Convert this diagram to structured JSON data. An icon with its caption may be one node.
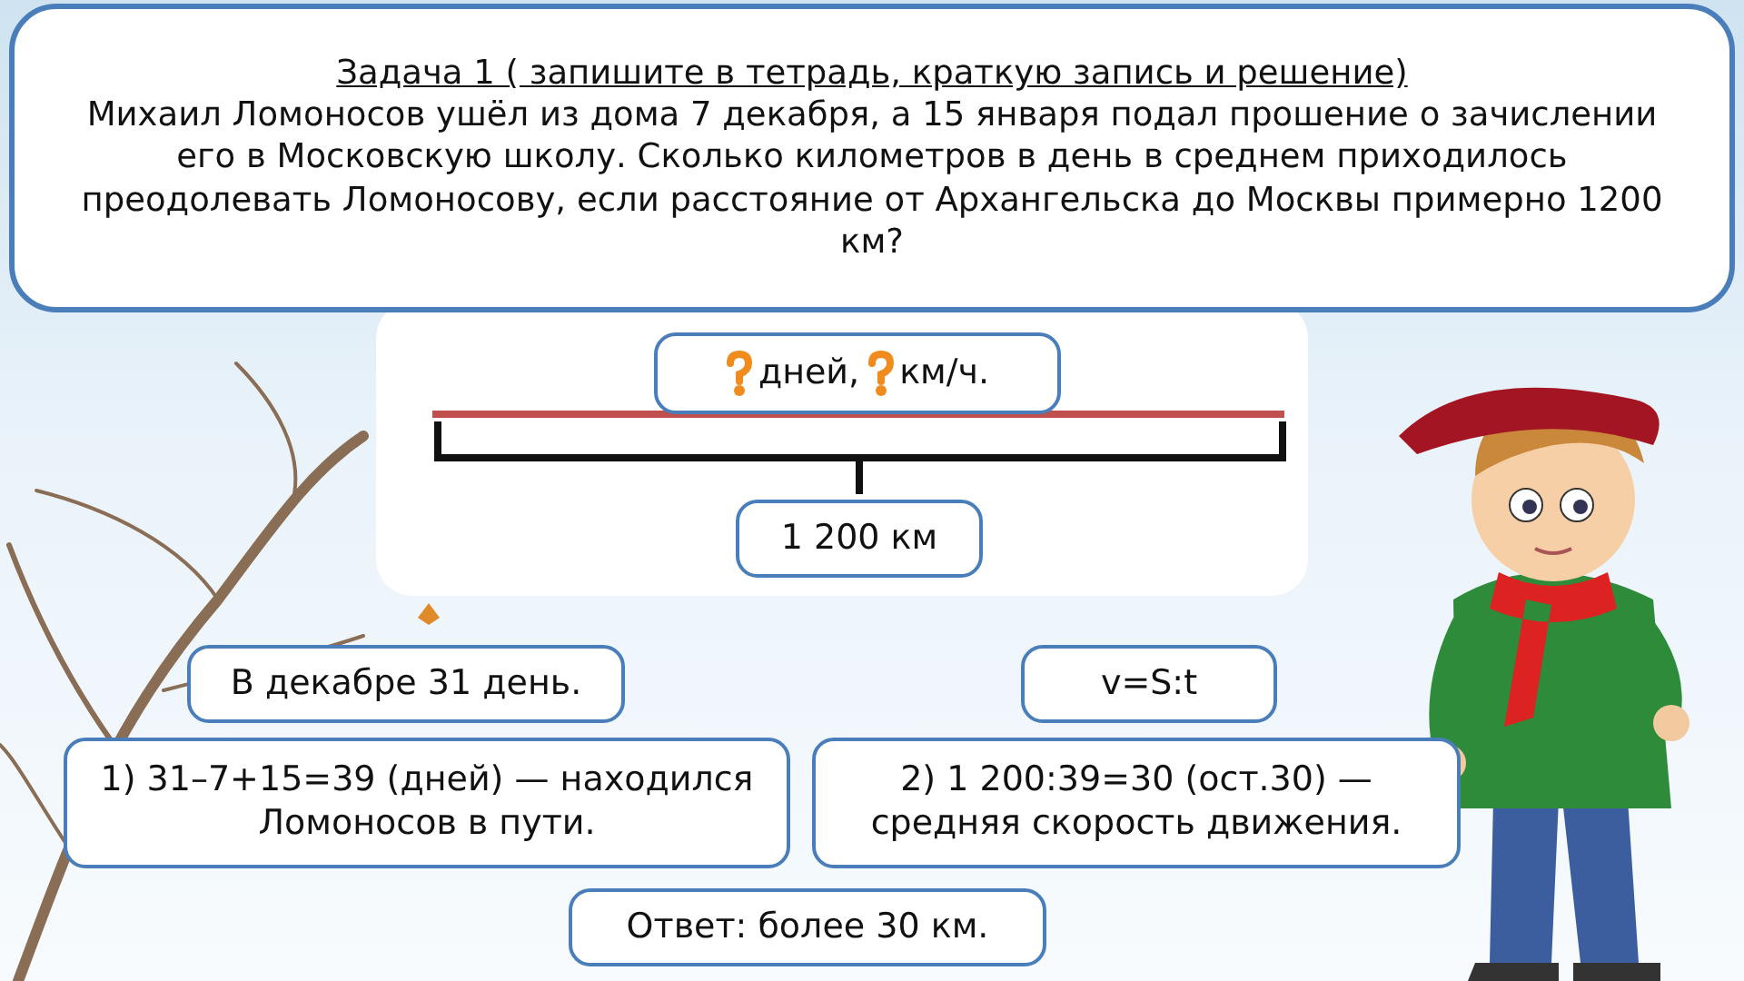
{
  "diagram": {
    "nodes": [
      {
        "text": [
          "Задача 1 ( запишите в тетрадь, краткую запись и решение)",
          "Михаил Ломоносов ушёл из дома 7 декабря, а 15 января подал прошение о зачислении его в Московскую школу. Сколько  километров в день в среднем приходилось преодолевать Ломоносову, если расстояние от Архангельска до Москвы примерно 1200 км?"
        ]
      },
      {
        "text": [
          "дней,",
          "км/ч."
        ]
      },
      {
        "text": [
          "1 200 км"
        ]
      },
      {
        "text": [
          "В декабре 31 день."
        ]
      },
      {
        "text": [
          "v=S:t"
        ]
      },
      {
        "text": [
          "1) 31–7+15=39 (дней) — находился Ломоносов в пути."
        ]
      },
      {
        "text": [
          "2) 1 200:39=30 (ост.30) — средняя скорость движения."
        ]
      },
      {
        "text": [
          "Ответ: более 30 км."
        ]
      }
    ]
  }
}
